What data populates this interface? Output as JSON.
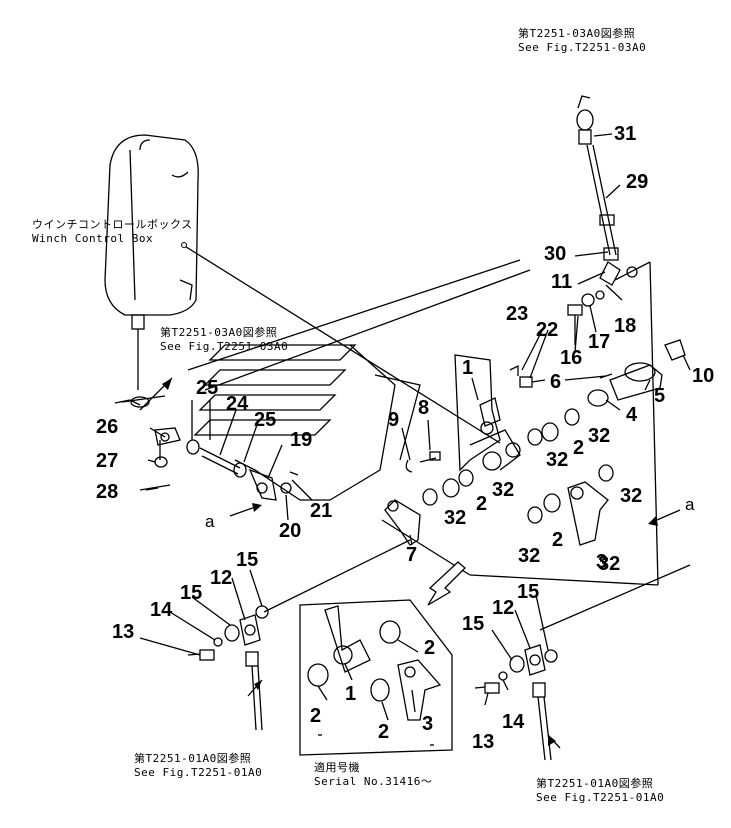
{
  "notes": {
    "top_ref": {
      "jp": "第T2251-03A0図参照",
      "en": "See Fig.T2251-03A0"
    },
    "control_box": {
      "jp": "ウインチコントロールボックス",
      "en": "Winch Control Box"
    },
    "left_ref": {
      "jp": "第T2251-03A0図参照",
      "en": "See Fig.T2251-03A0"
    },
    "bottom_left_ref": {
      "jp": "第T2251-01A0図参照",
      "en": "See Fig.T2251-01A0"
    },
    "bottom_right_ref": {
      "jp": "第T2251-01A0図参照",
      "en": "See Fig.T2251-01A0"
    },
    "serial": {
      "jp": "適用号機",
      "en": "Serial No.31416〜"
    }
  },
  "arrow_labels": {
    "left_a": "a",
    "right_a": "a"
  },
  "part_labels": [
    "31",
    "29",
    "30",
    "11",
    "23",
    "22",
    "18",
    "17",
    "16",
    "6",
    "10",
    "1",
    "5",
    "4",
    "8",
    "9",
    "32",
    "2",
    "32",
    "32",
    "32",
    "2",
    "32",
    "32",
    "2",
    "32",
    "3",
    "25",
    "24",
    "25",
    "19",
    "26",
    "27",
    "28",
    "21",
    "20",
    "7",
    "15",
    "12",
    "15",
    "14",
    "13",
    "15",
    "12",
    "15",
    "2",
    "14",
    "13",
    "1",
    "2",
    "2",
    "3"
  ]
}
